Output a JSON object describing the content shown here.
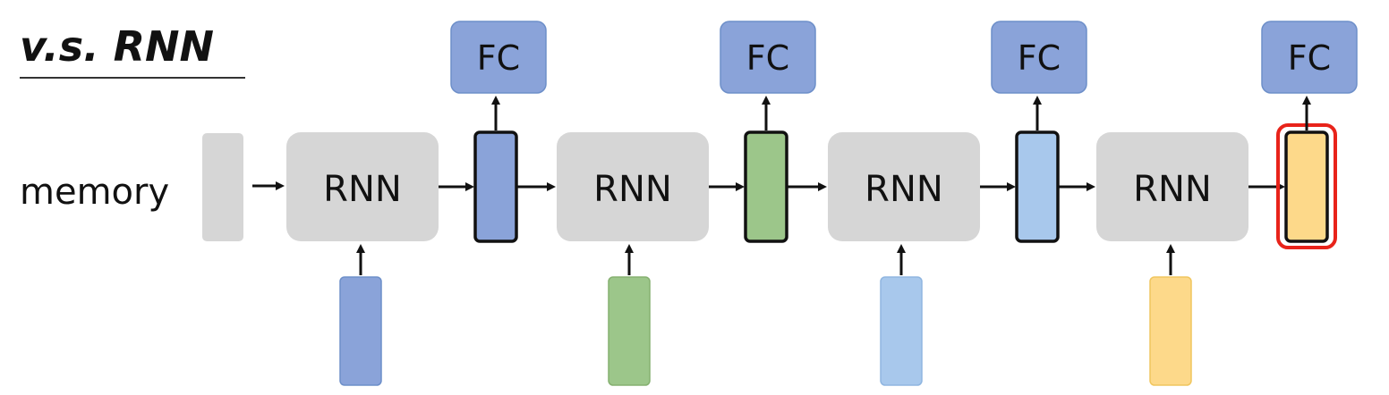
{
  "title": "v.s. RNN",
  "memory_label": "memory",
  "rnn_label": "RNN",
  "fc_label": "FC",
  "colors": {
    "blue": "#8aa3d9",
    "blue_stroke": "#6d8fc9",
    "green": "#9cc68a",
    "green_stroke": "#85b070",
    "light_blue": "#a8c8ec",
    "light_blue_stroke": "#8fb5e0",
    "yellow": "#fdd98a",
    "yellow_stroke": "#f0c65e",
    "gray": "#d6d6d6",
    "highlight": "#e8231a"
  },
  "steps": [
    {
      "color": "blue"
    },
    {
      "color": "green"
    },
    {
      "color": "light_blue"
    },
    {
      "color": "yellow",
      "highlighted": true
    }
  ]
}
